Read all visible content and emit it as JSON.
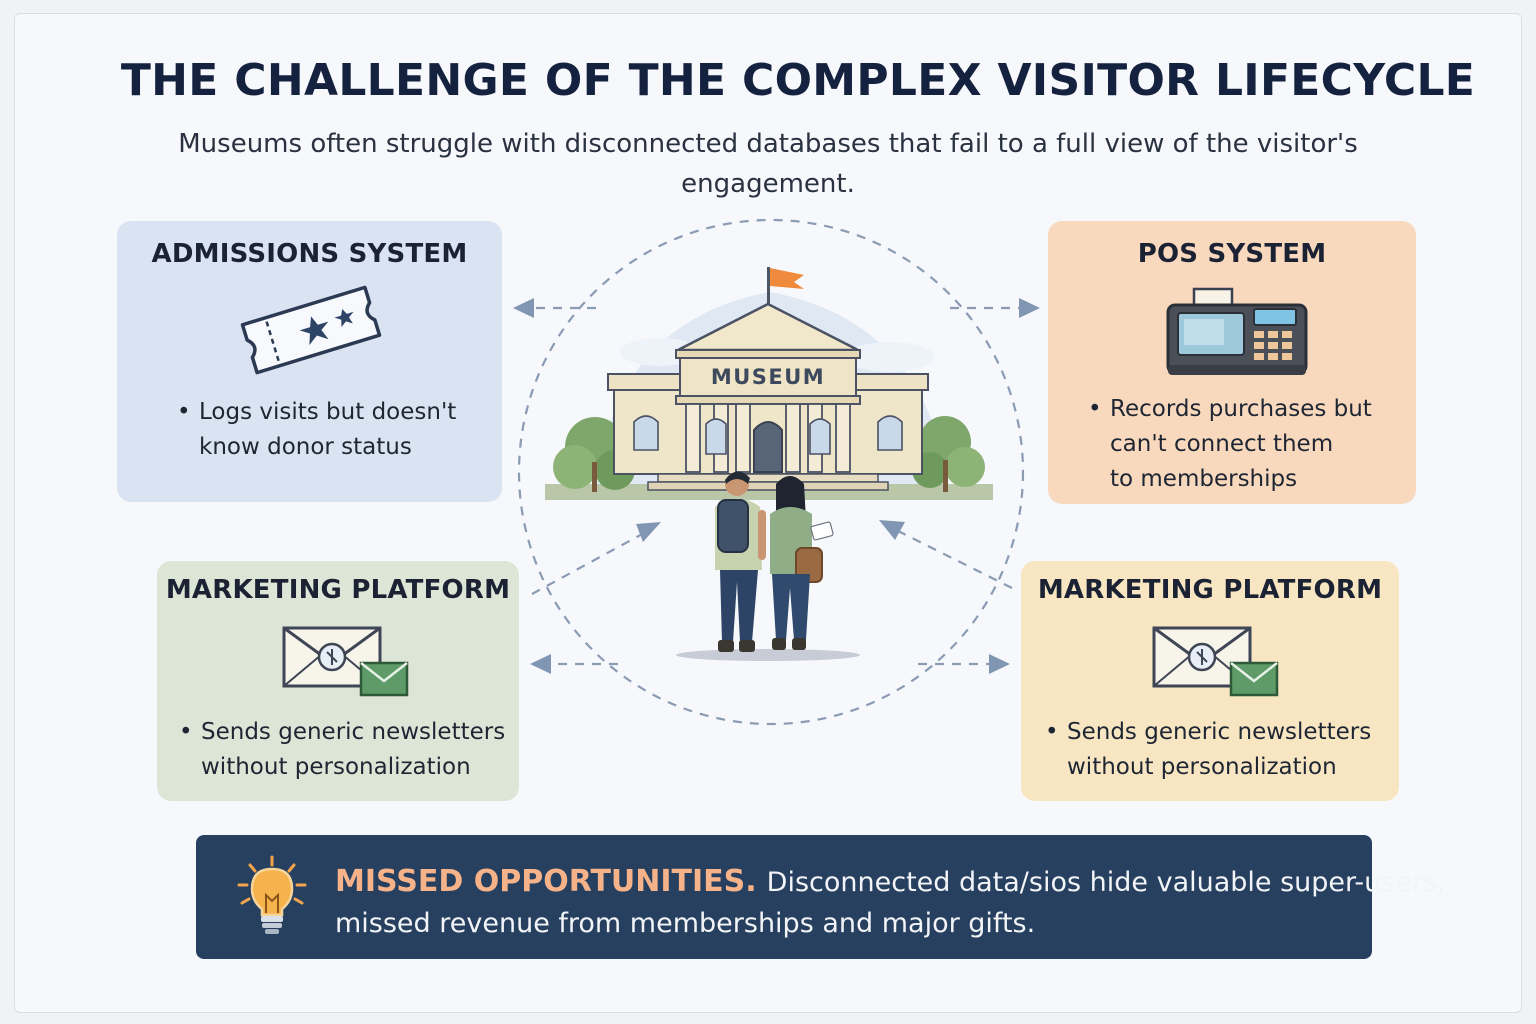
{
  "title": "THE CHALLENGE OF THE COMPLEX VISITOR LIFECYCLE",
  "subtitle": "Museums often struggle with disconnected databases that fail to a full view of the visitor's engagement.",
  "center": {
    "building_label": "MUSEUM"
  },
  "cards": {
    "admissions": {
      "title": "ADMISSIONS SYSTEM",
      "lines": [
        "Logs visits but doesn't",
        "know donor status"
      ],
      "color": "#d9e3f1",
      "icon": "ticket-icon"
    },
    "pos": {
      "title": "POS SYSTEM",
      "lines": [
        "Records purchases but",
        "can't connect them",
        "to memberships"
      ],
      "color": "#f9d9bd",
      "icon": "cash-register-icon"
    },
    "marketing_left": {
      "title": "MARKETING PLATFORM",
      "lines": [
        "Sends generic newsletters",
        "without personalization"
      ],
      "color": "#dde6d6",
      "icon": "email-icon"
    },
    "marketing_right": {
      "title": "MARKETING PLATFORM",
      "lines": [
        "Sends generic newsletters",
        "without personalization"
      ],
      "color": "#f8e6c3",
      "icon": "email-icon"
    }
  },
  "banner": {
    "heading": "MISSED OPPORTUNITIES.",
    "line1": "Disconnected data/sios hide valuable super-users,",
    "line2": "missed revenue from memberships and major gifts.",
    "background": "#27405f",
    "accent": "#f6b38a",
    "icon": "lightbulb-icon"
  }
}
